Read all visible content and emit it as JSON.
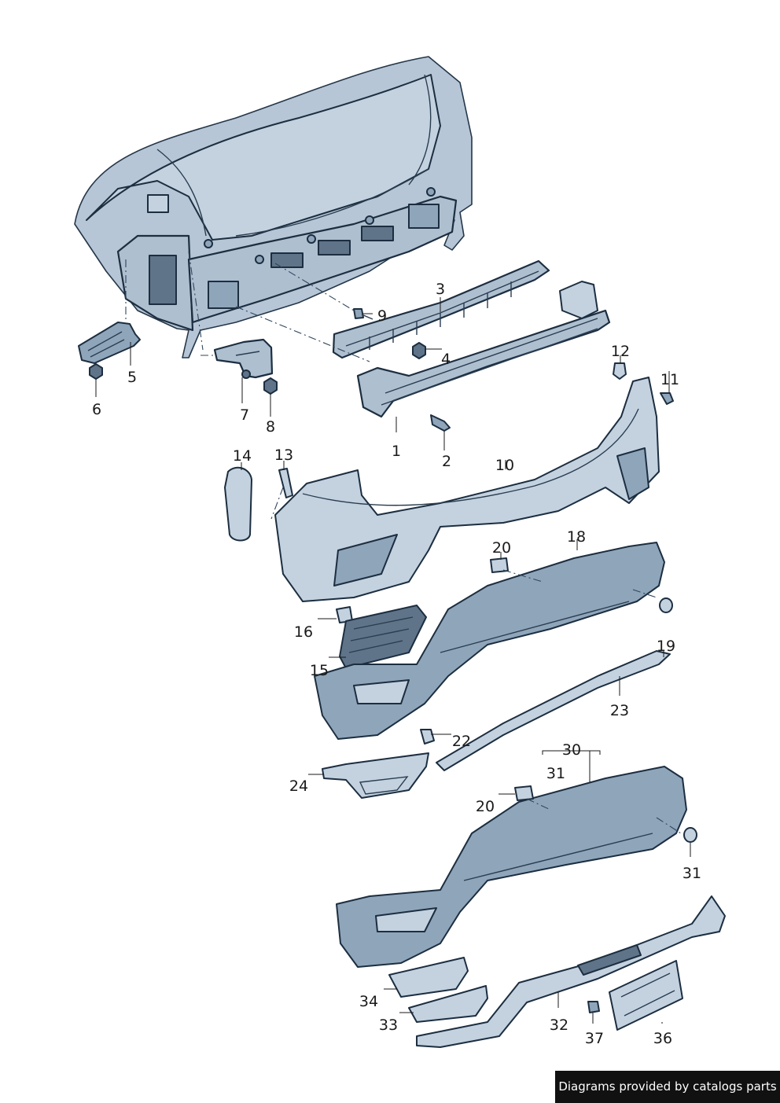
{
  "diagram": {
    "callouts": {
      "c1": "1",
      "c2": "2",
      "c3": "3",
      "c4": "4",
      "c5": "5",
      "c6": "6",
      "c7": "7",
      "c8": "8",
      "c9": "9",
      "c10": "10",
      "c11": "11",
      "c12": "12",
      "c13": "13",
      "c14": "14",
      "c15": "15",
      "c16": "16",
      "c18": "18",
      "c19": "19",
      "c20a": "20",
      "c20b": "20",
      "c22": "22",
      "c23": "23",
      "c24": "24",
      "c30": "30",
      "c31a": "31",
      "c31b": "31",
      "c32": "32",
      "c33": "33",
      "c34": "34",
      "c36": "36",
      "c37": "37"
    },
    "colors": {
      "part_fill": "#aebfd0",
      "outline": "#1c2e40",
      "credit_bg": "#111111"
    }
  },
  "credit": "Diagrams provided by catalogs parts"
}
